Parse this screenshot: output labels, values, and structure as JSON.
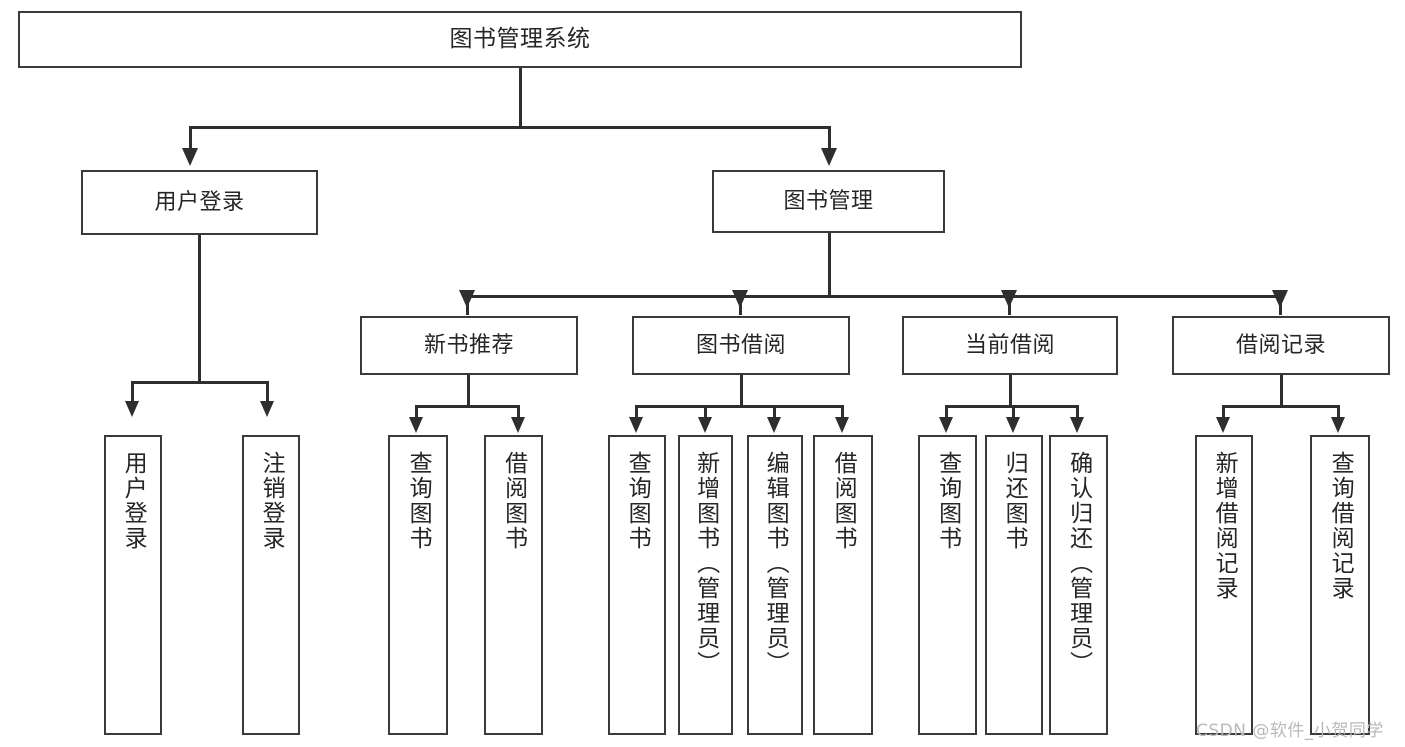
{
  "diagram": {
    "type": "tree-hierarchy-flowchart",
    "title": "图书管理系统",
    "root": {
      "id": "root",
      "label": "图书管理系统",
      "level": 1
    },
    "level2": [
      {
        "id": "user-login",
        "label": "用户登录"
      },
      {
        "id": "book-manage",
        "label": "图书管理"
      }
    ],
    "level3": [
      {
        "id": "new-book-recommend",
        "label": "新书推荐",
        "parent": "book-manage"
      },
      {
        "id": "book-borrow",
        "label": "图书借阅",
        "parent": "book-manage"
      },
      {
        "id": "current-borrow",
        "label": "当前借阅",
        "parent": "book-manage"
      },
      {
        "id": "borrow-record",
        "label": "借阅记录",
        "parent": "book-manage"
      }
    ],
    "leaves": [
      {
        "id": "leaf-user-login",
        "label": "用户登录",
        "parent": "user-login"
      },
      {
        "id": "leaf-logout-login",
        "label": "注销登录",
        "parent": "user-login"
      },
      {
        "id": "leaf-query-book-1",
        "label": "查询图书",
        "parent": "new-book-recommend"
      },
      {
        "id": "leaf-borrow-book-1",
        "label": "借阅图书",
        "parent": "new-book-recommend"
      },
      {
        "id": "leaf-query-book-2",
        "label": "查询图书",
        "parent": "book-borrow"
      },
      {
        "id": "leaf-add-book",
        "label": "新增图书（管理员）",
        "parent": "book-borrow"
      },
      {
        "id": "leaf-edit-book",
        "label": "编辑图书（管理员）",
        "parent": "book-borrow"
      },
      {
        "id": "leaf-borrow-book-2",
        "label": "借阅图书",
        "parent": "book-borrow"
      },
      {
        "id": "leaf-query-book-3",
        "label": "查询图书",
        "parent": "current-borrow"
      },
      {
        "id": "leaf-return-book",
        "label": "归还图书",
        "parent": "current-borrow"
      },
      {
        "id": "leaf-confirm-return",
        "label": "确认归还（管理员）",
        "parent": "current-borrow"
      },
      {
        "id": "leaf-add-record",
        "label": "新增借阅记录",
        "parent": "borrow-record"
      },
      {
        "id": "leaf-query-record",
        "label": "查询借阅记录",
        "parent": "borrow-record"
      }
    ],
    "colors": {
      "background": "#ffffff",
      "node_fill": "#ffffff",
      "node_border": "#3a3a3a",
      "connector": "#2e2e2e",
      "text": "#262626",
      "watermark": "#b9b9b9"
    }
  },
  "watermark": {
    "text": "CSDN @软件_小贺同学"
  }
}
